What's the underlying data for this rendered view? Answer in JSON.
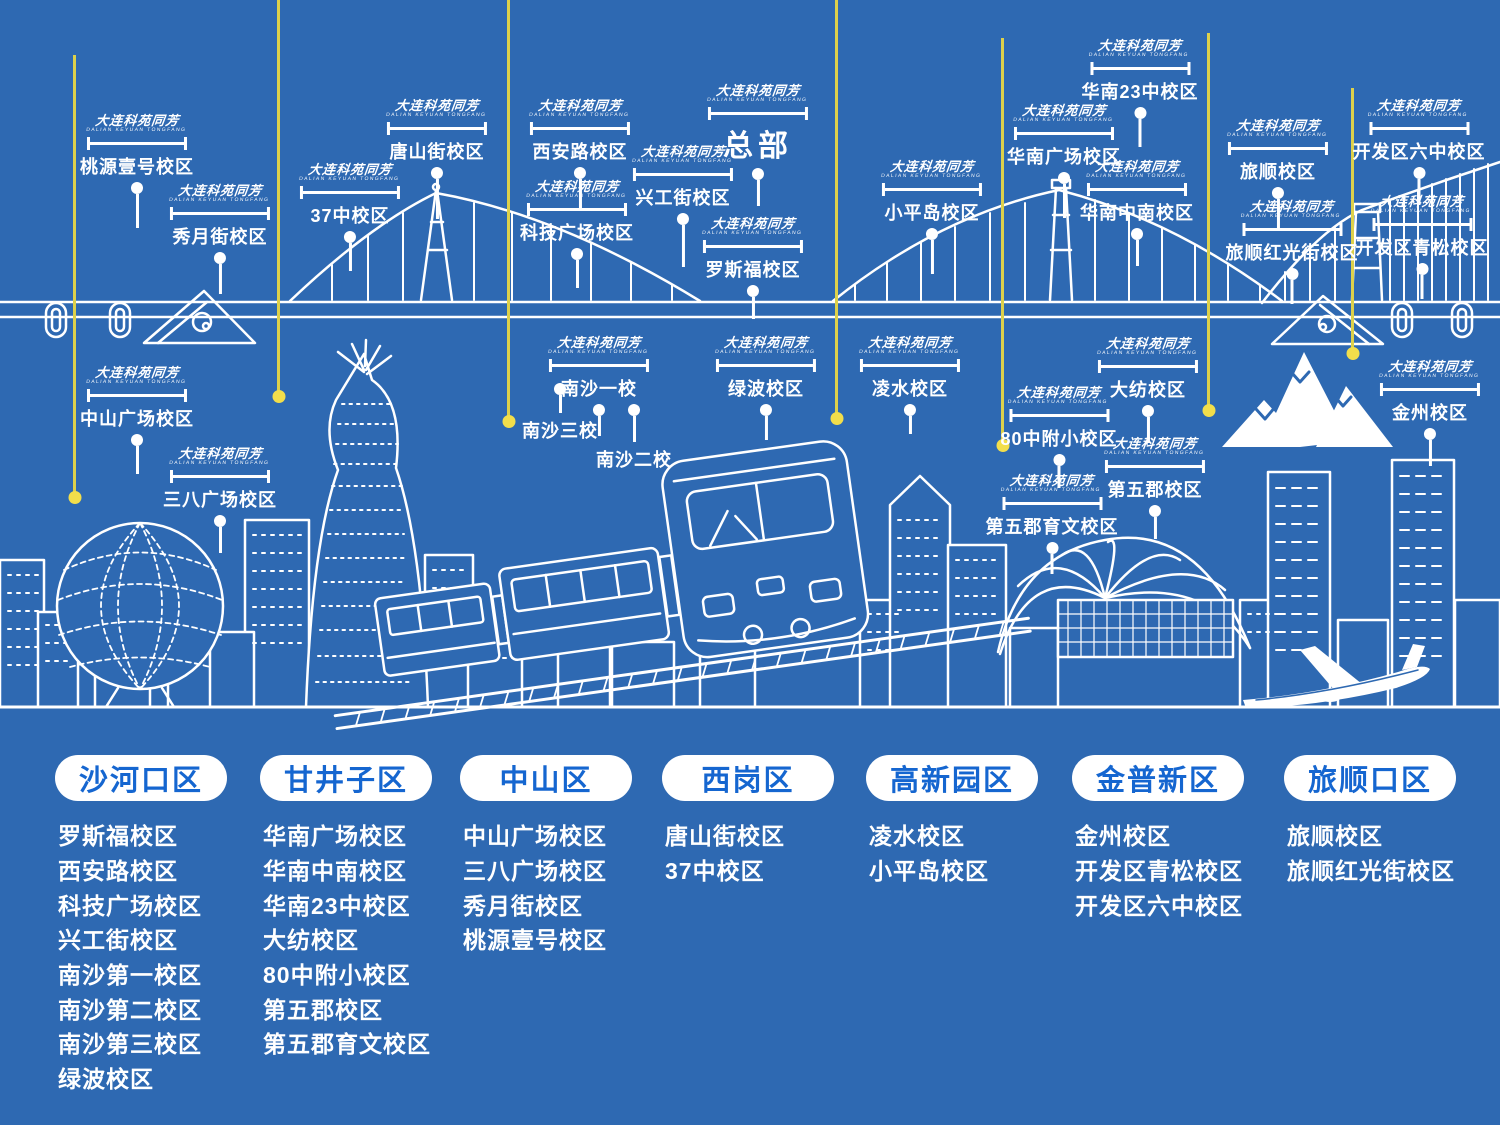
{
  "branding": {
    "cn": "大连科苑同芳",
    "en": "DALIAN KEYUAN TONGFANG"
  },
  "colors": {
    "background": "#2e69b2",
    "line_art": "#ffffff",
    "indicator_yellow": "#ddd14b",
    "pill_text_blue": "#1566d0"
  },
  "map_labels": [
    {
      "name": "桃源壹号校区"
    },
    {
      "name": "秀月街校区"
    },
    {
      "name": "37中校区"
    },
    {
      "name": "唐山街校区"
    },
    {
      "name": "西安路校区"
    },
    {
      "name": "科技广场校区"
    },
    {
      "name": "兴工街校区"
    },
    {
      "name": "总部"
    },
    {
      "name": "罗斯福校区"
    },
    {
      "name": "华南23中校区"
    },
    {
      "name": "华南广场校区"
    },
    {
      "name": "华南中南校区"
    },
    {
      "name": "小平岛校区"
    },
    {
      "name": "旅顺校区"
    },
    {
      "name": "开发区六中校区"
    },
    {
      "name": "旅顺红光街校区"
    },
    {
      "name": "开发区青松校区"
    },
    {
      "name": "中山广场校区"
    },
    {
      "name": "三八广场校区"
    },
    {
      "name": "南沙一校"
    },
    {
      "name": "绿波校区"
    },
    {
      "name": "凌水校区"
    },
    {
      "name": "大纺校区"
    },
    {
      "name": "80中附小校区"
    },
    {
      "name": "第五郡校区"
    },
    {
      "name": "第五郡育文校区"
    },
    {
      "name": "金州校区"
    }
  ],
  "simple_labels": [
    {
      "name": "南沙三校"
    },
    {
      "name": "南沙二校"
    }
  ],
  "districts": [
    {
      "title": "沙河口区",
      "items": [
        "罗斯福校区",
        "西安路校区",
        "科技广场校区",
        "兴工街校区",
        "南沙第一校区",
        "南沙第二校区",
        "南沙第三校区",
        "绿波校区"
      ]
    },
    {
      "title": "甘井子区",
      "items": [
        "华南广场校区",
        "华南中南校区",
        "华南23中校区",
        "大纺校区",
        "80中附小校区",
        "第五郡校区",
        "第五郡育文校区"
      ]
    },
    {
      "title": "中山区",
      "items": [
        "中山广场校区",
        "三八广场校区",
        "秀月街校区",
        "桃源壹号校区"
      ]
    },
    {
      "title": "西岗区",
      "items": [
        "唐山街校区",
        "37中校区"
      ]
    },
    {
      "title": "高新园区",
      "items": [
        "凌水校区",
        "小平岛校区"
      ]
    },
    {
      "title": "金普新区",
      "items": [
        "金州校区",
        "开发区青松校区",
        "开发区六中校区"
      ]
    },
    {
      "title": "旅顺口区",
      "items": [
        "旅顺校区",
        "旅顺红光街校区"
      ]
    }
  ]
}
